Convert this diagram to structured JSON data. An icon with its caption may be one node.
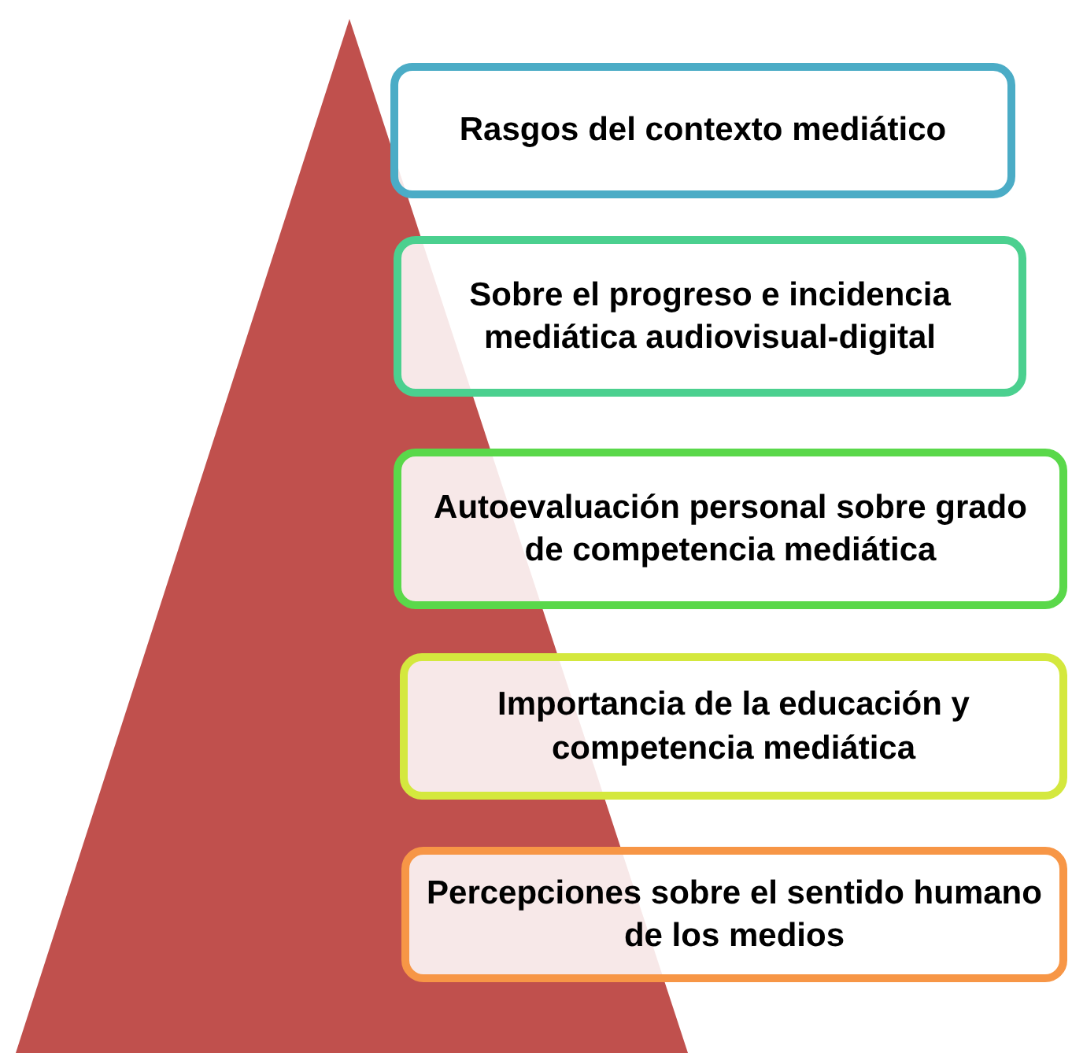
{
  "diagram": {
    "nodes": [
      {
        "text": [
          "Rasgos del contexto mediático"
        ]
      },
      {
        "text": [
          "Sobre el progreso e incidencia mediática audiovisual-digital"
        ]
      },
      {
        "text": [
          "Autoevaluación personal sobre grado de competencia mediática"
        ]
      },
      {
        "text": [
          "Importancia de la educación y competencia mediática"
        ]
      },
      {
        "text": [
          "Percepciones sobre el sentido humano de los medios"
        ]
      }
    ]
  }
}
